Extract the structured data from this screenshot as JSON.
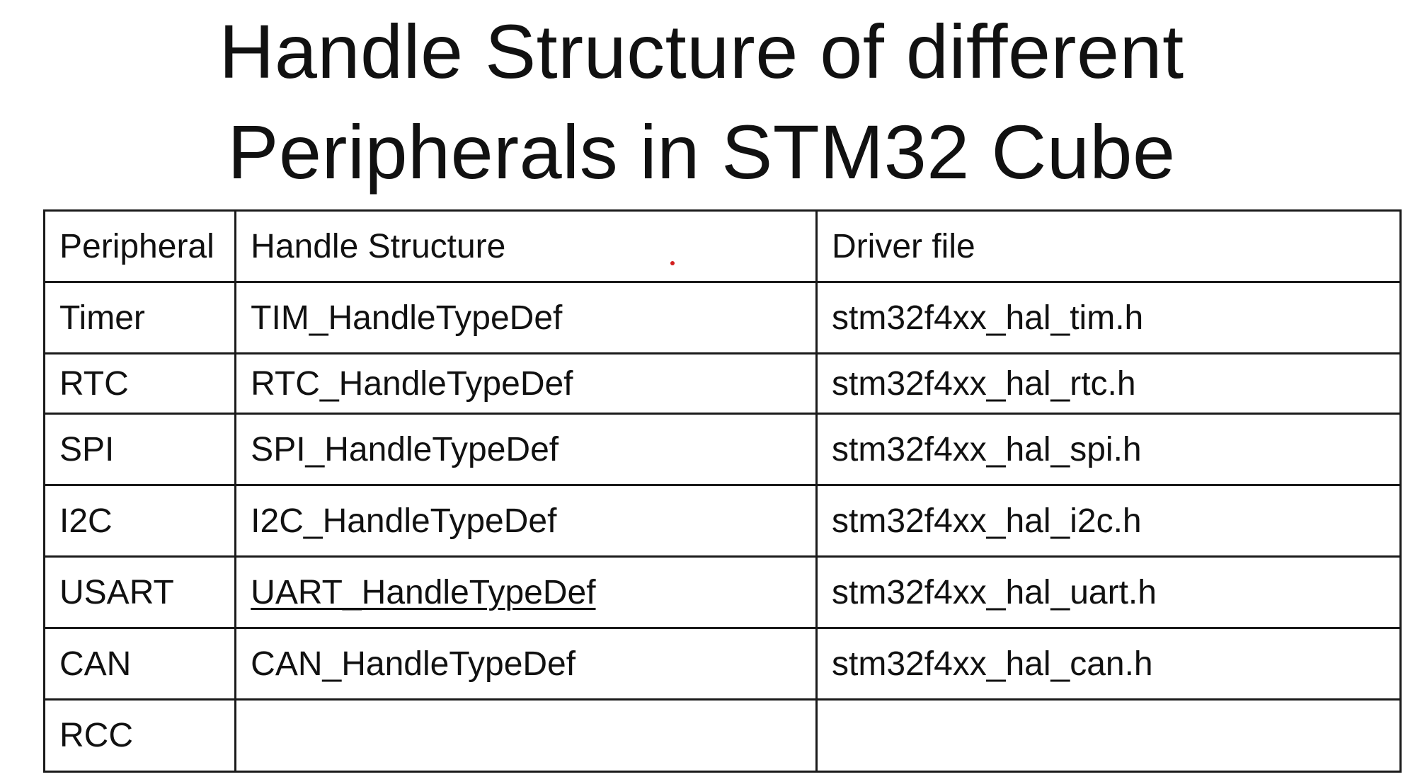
{
  "slide": {
    "title_line_1": "Handle Structure of different",
    "title_line_2": "Peripherals in STM32 Cube"
  },
  "table": {
    "headers": [
      "Peripheral",
      "Handle Structure",
      "Driver file"
    ],
    "rows": [
      [
        "Timer",
        "TIM_HandleTypeDef",
        "stm32f4xx_hal_tim.h"
      ],
      [
        "RTC",
        "RTC_HandleTypeDef",
        "stm32f4xx_hal_rtc.h"
      ],
      [
        "SPI",
        "SPI_HandleTypeDef",
        "stm32f4xx_hal_spi.h"
      ],
      [
        "I2C",
        "I2C_HandleTypeDef",
        "stm32f4xx_hal_i2c.h"
      ],
      [
        "USART",
        "UART_HandleTypeDef",
        "stm32f4xx_hal_uart.h"
      ],
      [
        "CAN",
        "CAN_HandleTypeDef",
        "stm32f4xx_hal_can.h"
      ],
      [
        "RCC",
        "",
        ""
      ]
    ]
  },
  "colors": {
    "pointer_dot": "#d21f1f",
    "border": "#1a1a1a",
    "text": "#111111",
    "background": "#ffffff"
  }
}
